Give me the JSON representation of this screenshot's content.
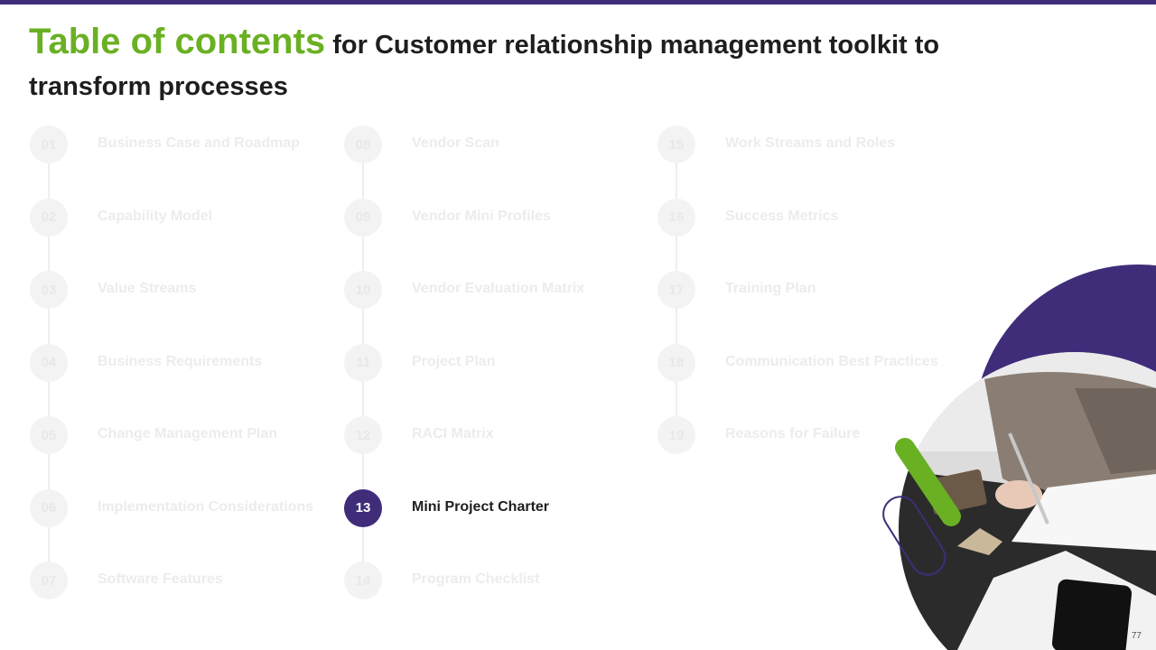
{
  "title": {
    "highlight": "Table of contents",
    "rest": " for Customer relationship management toolkit to transform processes"
  },
  "columns": [
    {
      "items": [
        {
          "num": "01",
          "label": "Business Case and Roadmap"
        },
        {
          "num": "02",
          "label": "Capability Model"
        },
        {
          "num": "03",
          "label": "Value Streams"
        },
        {
          "num": "04",
          "label": "Business Requirements"
        },
        {
          "num": "05",
          "label": "Change Management Plan"
        },
        {
          "num": "06",
          "label": "Implementation Considerations"
        },
        {
          "num": "07",
          "label": "Software Features"
        }
      ]
    },
    {
      "items": [
        {
          "num": "08",
          "label": "Vendor Scan"
        },
        {
          "num": "09",
          "label": "Vendor Mini Profiles"
        },
        {
          "num": "10",
          "label": "Vendor Evaluation Matrix"
        },
        {
          "num": "11",
          "label": "Project Plan"
        },
        {
          "num": "12",
          "label": "RACI Matrix"
        },
        {
          "num": "13",
          "label": "Mini Project Charter"
        },
        {
          "num": "14",
          "label": "Program Checklist"
        }
      ]
    },
    {
      "items": [
        {
          "num": "15",
          "label": "Work Streams and Roles"
        },
        {
          "num": "16",
          "label": "Success Metrics"
        },
        {
          "num": "17",
          "label": "Training Plan"
        },
        {
          "num": "18",
          "label": "Communication Best Practices"
        },
        {
          "num": "19",
          "label": "Reasons for Failure"
        }
      ]
    }
  ],
  "active_item": "13",
  "page_number": "77",
  "colors": {
    "accent_purple": "#3f2d7a",
    "accent_green": "#6ab023",
    "inactive_text": "#ececec"
  }
}
